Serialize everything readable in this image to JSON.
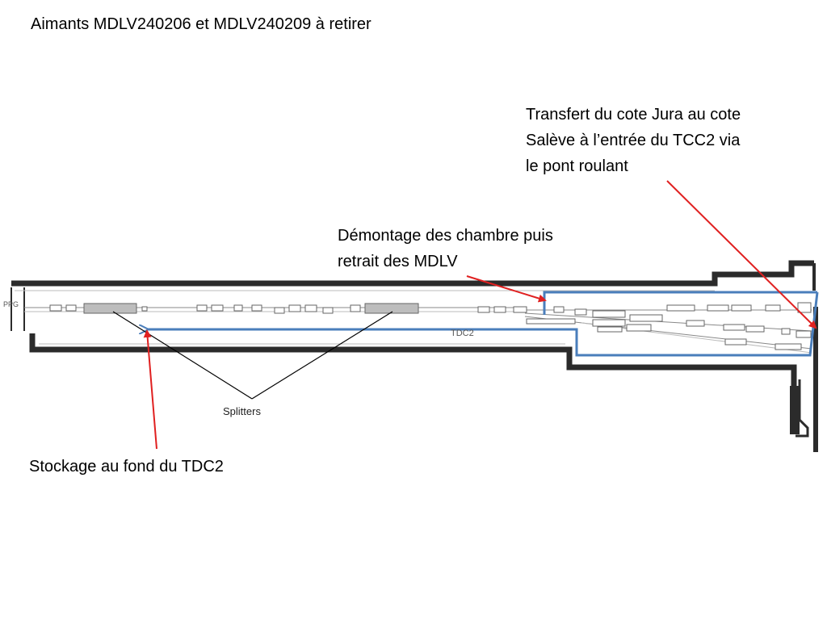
{
  "title": "Aimants MDLV240206 et MDLV240209 à retirer",
  "annotations": {
    "transfert": [
      "Transfert du cote Jura au cote",
      "Salève à l’entrée du TCC2 via",
      "le pont roulant"
    ],
    "demontage": [
      "Démontage des chambre puis",
      "retrait des MDLV"
    ],
    "stockage": "Stockage au fond du TDC2"
  },
  "diagram_labels": {
    "splitters": "Splitters",
    "tunnel": "TDC2",
    "ppg": "PPG"
  },
  "colors": {
    "wall": "#2b2b2b",
    "route": "#4a7ebb",
    "arrow": "#e02020"
  }
}
